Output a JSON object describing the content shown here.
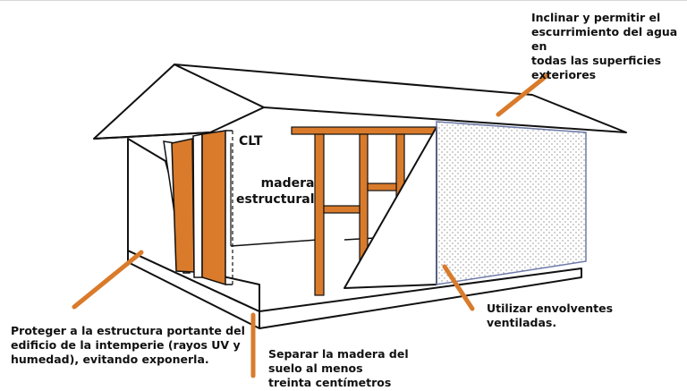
{
  "colors": {
    "accent": "#D97B2B",
    "outline": "#111111",
    "background": "#FFFFFF",
    "dots": "#8A8A8A",
    "panel_border": "#6E7AA8"
  },
  "labels": {
    "clt": "CLT",
    "madera": "madera\nestructural",
    "inclinar": "Inclinar y permitir el\nescurrimiento del agua\nen\ntodas las superficies\nexteriores",
    "envolventes": "Utilizar envolventes\nventiladas.",
    "proteger": "Proteger a la estructura portante del\nedificio de la intemperie (rayos UV y\nhumedad), evitando exponerla.",
    "separar": "Separar la madera del\nsuelo al menos\ntreinta centímetros"
  }
}
